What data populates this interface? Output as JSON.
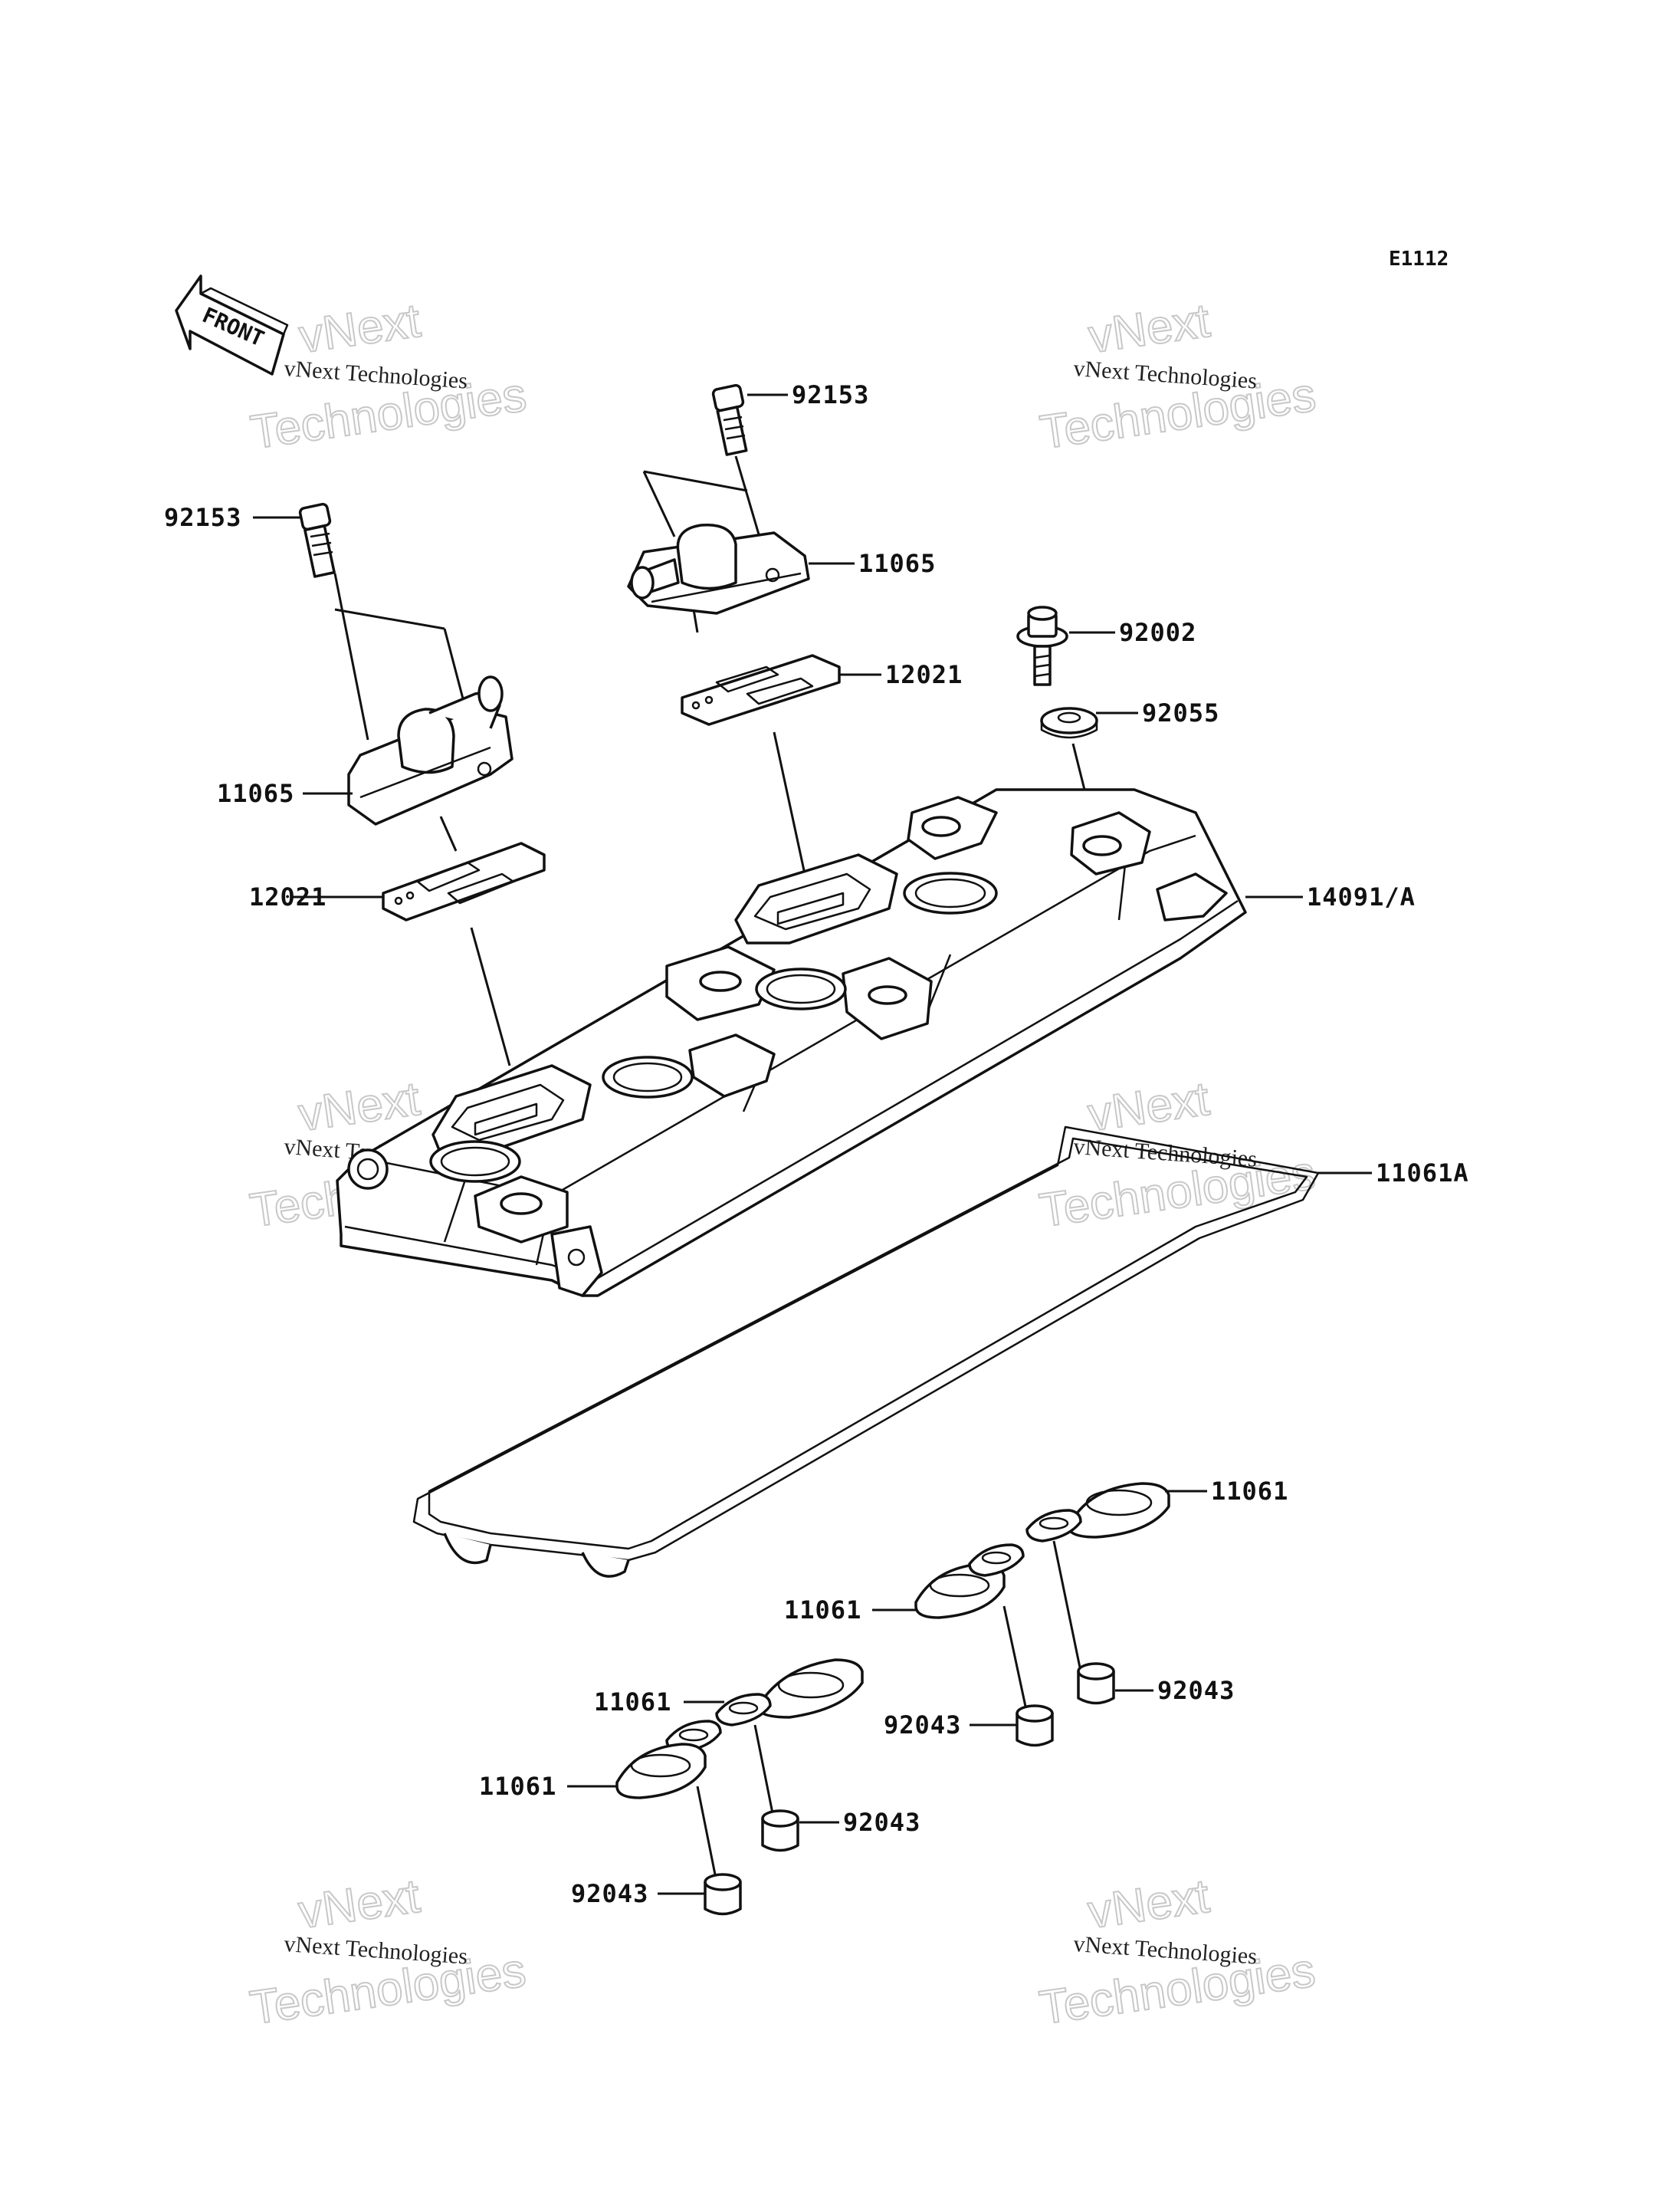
{
  "diagram": {
    "code": "E1112",
    "front_arrow_label": "FRONT",
    "watermark": {
      "line1": "vNext",
      "line2": "vNext Technologies",
      "line3": "Technologies"
    },
    "parts": {
      "bolt_left": "92153",
      "bolt_center": "92153",
      "breather_cover_left": "11065",
      "breather_cover_center": "11065",
      "reed_gasket_left": "12021",
      "reed_gasket_center": "12021",
      "bolt_cover": "92002",
      "damper_washer": "92055",
      "head_cover": "14091/A",
      "cover_gasket": "11061A",
      "plug_gasket_1": "11061",
      "plug_gasket_2": "11061",
      "plug_gasket_3": "11061",
      "plug_gasket_4": "11061",
      "collar_1": "92043",
      "collar_2": "92043",
      "collar_3": "92043",
      "collar_4": "92043"
    }
  }
}
